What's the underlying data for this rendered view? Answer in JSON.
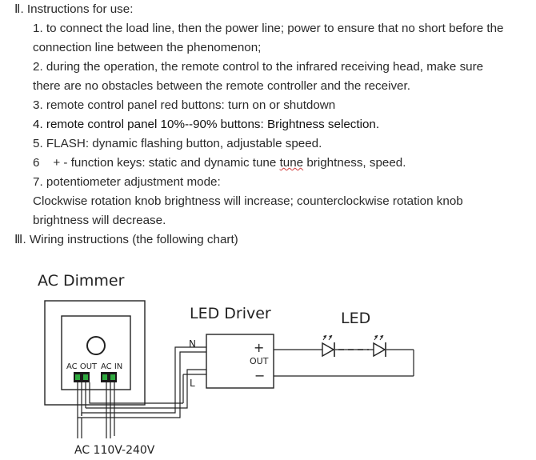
{
  "section2": {
    "heading": "Ⅱ. Instructions for use:",
    "item1_line1": "1. to connect the load line, then the power line; power to ensure that no short before the",
    "item1_line2": "connection line between the phenomenon;",
    "item2_line1": "2. during the operation, the remote control to the infrared receiving head, make sure",
    "item2_line2": "there are no obstacles between the remote controller and the receiver.",
    "item3": "3. remote control panel red buttons: turn on or shutdown",
    "item4": "4. remote control panel 10%--90% buttons: Brightness selection.",
    "item5": "5. FLASH: dynamic flashing button, adjustable speed.",
    "item6_prefix": "6    + - function keys: static and dynamic tune ",
    "item6_squiggle": "tune",
    "item6_suffix": " brightness, speed.",
    "item7": "7. potentiometer adjustment mode:",
    "item7_line2": "Clockwise rotation knob brightness will increase; counterclockwise rotation knob",
    "item7_line3": "brightness will decrease."
  },
  "section3": {
    "heading": "Ⅲ. Wiring instructions (the following chart)"
  },
  "diagram": {
    "dimmer_title": "AC Dimmer",
    "driver_title": "LED Driver",
    "led_title": "LED",
    "ac_out": "AC OUT",
    "ac_in": "AC IN",
    "n_label": "N",
    "l_label": "L",
    "plus": "+",
    "out": "OUT",
    "minus": "−",
    "supply": "AC 110V-240V"
  }
}
